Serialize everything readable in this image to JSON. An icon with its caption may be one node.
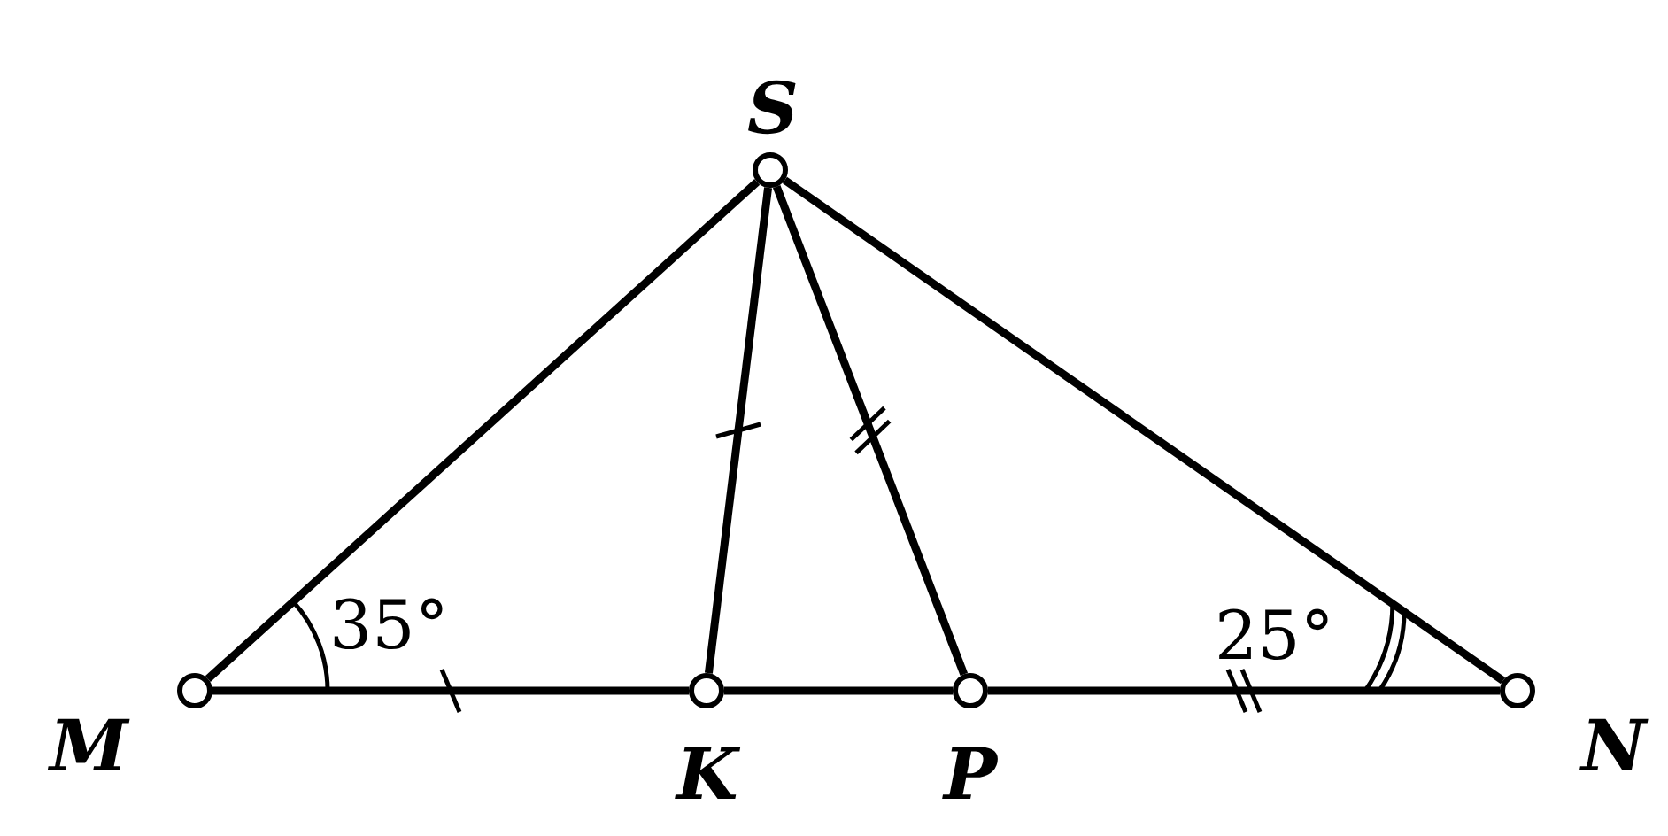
{
  "diagram": {
    "nodes": [
      {
        "text": [],
        "shape": "circle",
        "beside": [
          "S"
        ]
      },
      {
        "text": [],
        "shape": "circle",
        "beside": [
          "M"
        ]
      },
      {
        "text": [],
        "shape": "circle",
        "beside": [
          "K"
        ]
      },
      {
        "text": [],
        "shape": "circle",
        "beside": [
          "P"
        ]
      },
      {
        "text": [],
        "shape": "circle",
        "beside": [
          "N"
        ]
      }
    ],
    "edges": [
      {
        "from": 1,
        "to": 0,
        "arrow": "none"
      },
      {
        "from": 0,
        "to": 4,
        "arrow": "none"
      },
      {
        "from": 1,
        "to": 2,
        "arrow": "none"
      },
      {
        "from": 2,
        "to": 3,
        "arrow": "none"
      },
      {
        "from": 3,
        "to": 4,
        "arrow": "none"
      },
      {
        "from": 0,
        "to": 2,
        "arrow": "none"
      },
      {
        "from": 0,
        "to": 3,
        "arrow": "none"
      }
    ],
    "labels": [
      "35°",
      "25°"
    ]
  }
}
